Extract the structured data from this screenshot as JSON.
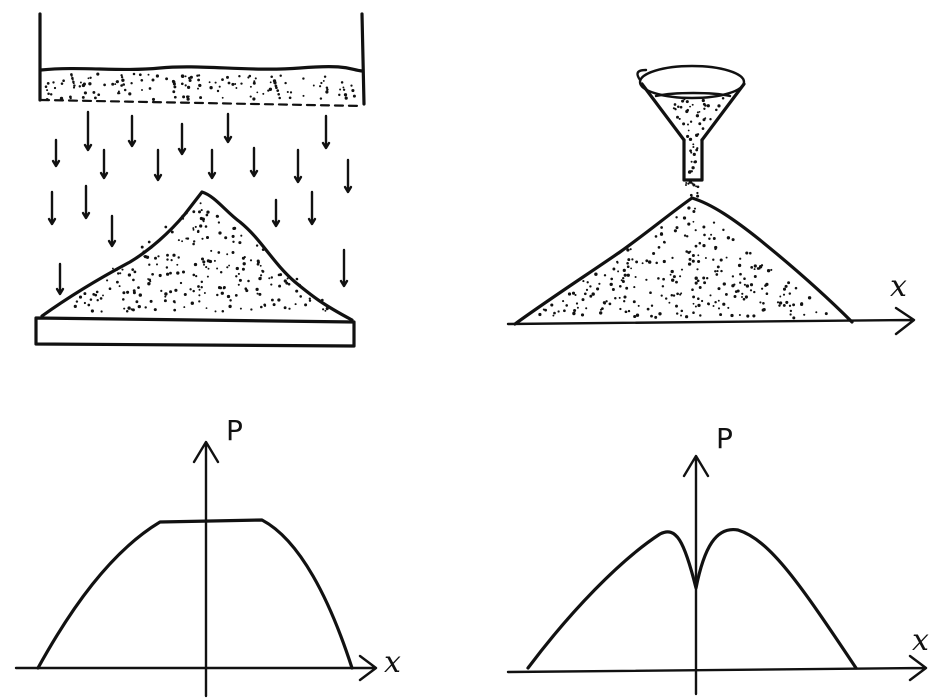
{
  "panels": {
    "top_left": {
      "name": "uniform-rain-sandpile"
    },
    "top_right": {
      "name": "funnel-point-source-sandpile",
      "axis_label": "x"
    },
    "bottom_left": {
      "name": "pressure-profile-flat-top",
      "y_label": "P",
      "x_label": "x"
    },
    "bottom_right": {
      "name": "pressure-profile-central-dip",
      "y_label": "P",
      "x_label": "x"
    }
  },
  "colors": {
    "ink": "#111111",
    "paper": "#ffffff"
  },
  "icons": {
    "falling_grain": "down-arrow-icon",
    "funnel": "funnel-icon"
  }
}
